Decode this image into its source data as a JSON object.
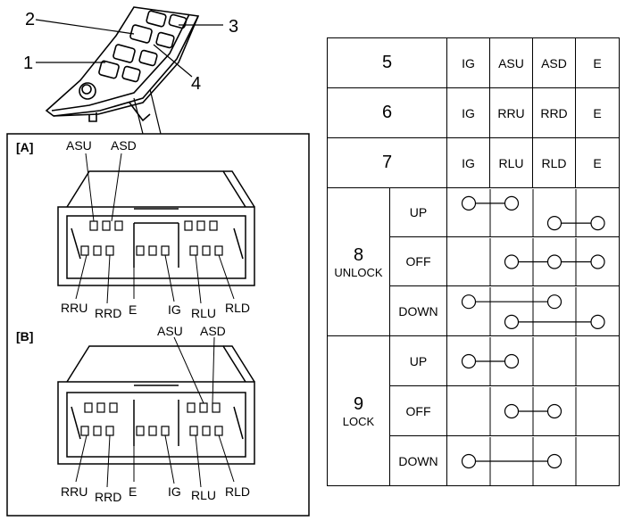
{
  "callouts": [
    "1",
    "2",
    "3",
    "4"
  ],
  "views": {
    "a": "[A]",
    "b": "[B]"
  },
  "pins": {
    "asu": "ASU",
    "asd": "ASD",
    "rru": "RRU",
    "rrd": "RRD",
    "e": "E",
    "ig": "IG",
    "rlu": "RLU",
    "rld": "RLD"
  },
  "table": {
    "header_rows": [
      {
        "number": "5",
        "cols": [
          "IG",
          "ASU",
          "ASD",
          "E"
        ]
      },
      {
        "number": "6",
        "cols": [
          "IG",
          "RRU",
          "RRD",
          "E"
        ]
      },
      {
        "number": "7",
        "cols": [
          "IG",
          "RLU",
          "RLD",
          "E"
        ]
      }
    ],
    "groups": [
      {
        "number": "8",
        "mode": "UNLOCK",
        "positions": [
          "UP",
          "OFF",
          "DOWN"
        ]
      },
      {
        "number": "9",
        "mode": "LOCK",
        "positions": [
          "UP",
          "OFF",
          "DOWN"
        ]
      }
    ]
  },
  "continuity": [
    {
      "group": "UNLOCK",
      "position": "UP",
      "links": [
        [
          1,
          2
        ],
        [
          3,
          4
        ]
      ]
    },
    {
      "group": "UNLOCK",
      "position": "OFF",
      "links": [
        [
          2,
          3,
          4
        ]
      ]
    },
    {
      "group": "UNLOCK",
      "position": "DOWN",
      "links": [
        [
          1,
          3
        ],
        [
          2,
          4
        ]
      ]
    },
    {
      "group": "LOCK",
      "position": "UP",
      "links": [
        [
          1,
          2
        ]
      ]
    },
    {
      "group": "LOCK",
      "position": "OFF",
      "links": [
        [
          2,
          3
        ]
      ]
    },
    {
      "group": "LOCK",
      "position": "DOWN",
      "links": [
        [
          1,
          3
        ]
      ]
    }
  ]
}
